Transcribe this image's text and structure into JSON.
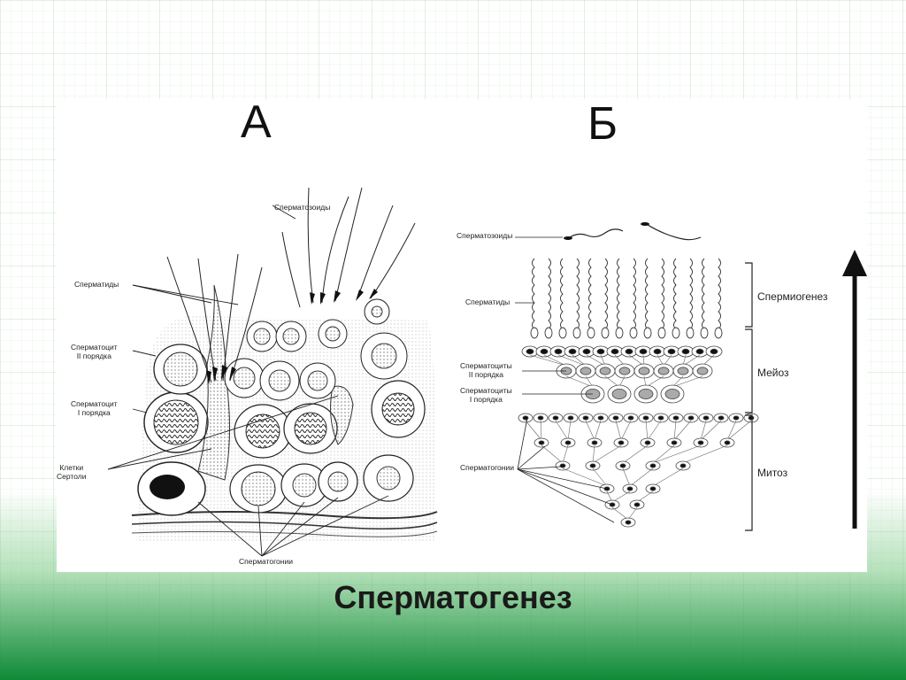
{
  "panels": {
    "a_label": "А",
    "b_label": "Б"
  },
  "panel_a": {
    "spermatozoa": "Сперматозоиды",
    "spermatids": "Сперматиды",
    "spermatocyte2_l1": "Сперматоцит",
    "spermatocyte2_l2": "II порядка",
    "spermatocyte1_l1": "Сперматоцит",
    "spermatocyte1_l2": "I порядка",
    "sertoli_l1": "Клетки",
    "sertoli_l2": "Сертоли",
    "spermatogonia": "Сперматогонии"
  },
  "panel_b": {
    "spermatozoa": "Сперматозоиды",
    "spermatids": "Сперматиды",
    "spermatocytes2_l1": "Сперматоциты",
    "spermatocytes2_l2": "II порядка",
    "spermatocytes1_l1": "Сперматоциты",
    "spermatocytes1_l2": "I порядка",
    "spermatogonia": "Сперматогонии",
    "stage_spermiogenesis": "Спермиогенез",
    "stage_meiosis": "Мейоз",
    "stage_mitosis": "Митоз"
  },
  "title": "Сперматогенез"
}
